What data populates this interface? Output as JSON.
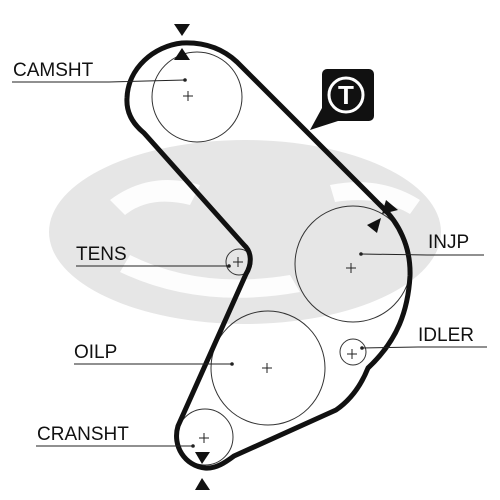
{
  "watermark": {
    "icon": "gates-logo-watermark"
  },
  "labels": {
    "camshaft": "CAMSHT",
    "injection_pump": "INJP",
    "tensioner": "TENS",
    "idler": "IDLER",
    "oil_pump": "OILP",
    "crankshaft": "CRANSHT"
  },
  "badge": {
    "text": "T",
    "icon": "tension-badge-icon"
  },
  "colors": {
    "belt": "#111111",
    "badge": "#111111",
    "watermark": "#e6e6e6"
  }
}
